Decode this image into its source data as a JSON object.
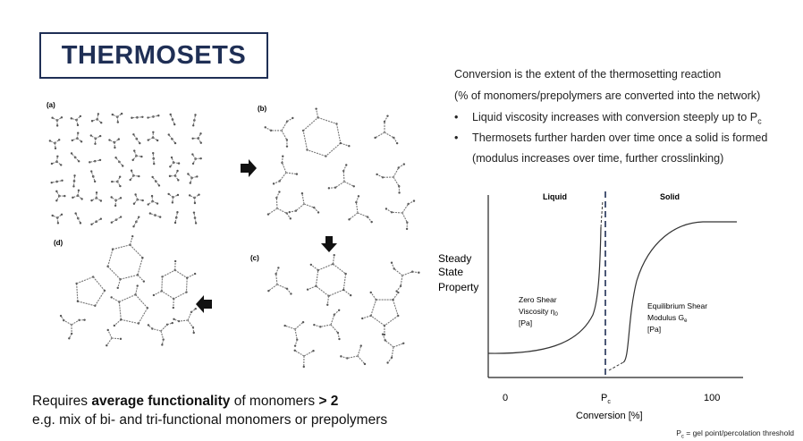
{
  "title": "THERMOSETS",
  "panels": {
    "a": "(a)",
    "b": "(b)",
    "c": "(c)",
    "d": "(d)"
  },
  "requirements": {
    "prefix": "Requires ",
    "bold1": "average functionality",
    "middle": " of monomers ",
    "bold2": "> 2",
    "example": "e.g. mix of bi- and tri-functional monomers or prepolymers"
  },
  "definition": {
    "line1": "Conversion is the extent of the thermosetting reaction",
    "line2": "(% of monomers/prepolymers are converted into the network)"
  },
  "bullets": [
    {
      "bullet": "•",
      "text": "Liquid viscosity increases with conversion steeply up to P",
      "sub": "c"
    },
    {
      "bullet": "•",
      "text": "Thermosets further harden over time once a solid is formed",
      "sub": ""
    }
  ],
  "bullet_continuation": "(modulus increases over time, further crosslinking)",
  "graph": {
    "region_liquid": "Liquid",
    "region_solid": "Solid",
    "ylabel_lines": [
      "Steady",
      "State",
      "Property"
    ],
    "curve1_lines": [
      "Zero Shear",
      "Viscosity η",
      "[Pa]"
    ],
    "curve1_sub": "0",
    "curve2_lines": [
      "Equilibrium Shear",
      "Modulus G",
      "[Pa]"
    ],
    "curve2_sub": "e",
    "x_tick_start": "0",
    "x_tick_mid": "P",
    "x_tick_mid_sub": "c",
    "x_tick_end": "100",
    "xlabel": "Conversion [%]"
  },
  "footnote": {
    "prefix": "P",
    "sub": "c",
    "text": " = gel point/percolation threshold"
  },
  "colors": {
    "title": "#1f2f55",
    "bond": "#777777",
    "curve": "#333333",
    "divider": "#1f2f55"
  }
}
